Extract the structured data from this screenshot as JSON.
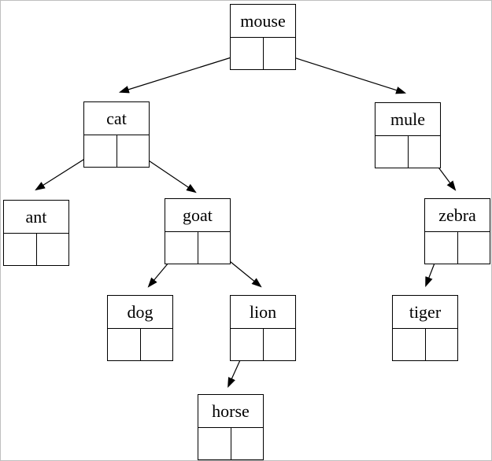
{
  "diagram": {
    "kind": "binary-tree-linked-nodes",
    "background_color": "#ffffff",
    "line_color": "#000000",
    "frame_color": "#bfbfbf"
  },
  "nodes": [
    {
      "id": "mouse",
      "label": "mouse"
    },
    {
      "id": "cat",
      "label": "cat"
    },
    {
      "id": "mule",
      "label": "mule"
    },
    {
      "id": "ant",
      "label": "ant"
    },
    {
      "id": "goat",
      "label": "goat"
    },
    {
      "id": "zebra",
      "label": "zebra"
    },
    {
      "id": "dog",
      "label": "dog"
    },
    {
      "id": "lion",
      "label": "lion"
    },
    {
      "id": "tiger",
      "label": "tiger"
    },
    {
      "id": "horse",
      "label": "horse"
    }
  ],
  "edges": [
    {
      "from": "mouse",
      "slot": "left",
      "to": "cat"
    },
    {
      "from": "mouse",
      "slot": "right",
      "to": "mule"
    },
    {
      "from": "cat",
      "slot": "left",
      "to": "ant"
    },
    {
      "from": "cat",
      "slot": "right",
      "to": "goat"
    },
    {
      "from": "goat",
      "slot": "left",
      "to": "dog"
    },
    {
      "from": "goat",
      "slot": "right",
      "to": "lion"
    },
    {
      "from": "lion",
      "slot": "left",
      "to": "horse"
    },
    {
      "from": "mule",
      "slot": "right",
      "to": "zebra"
    },
    {
      "from": "zebra",
      "slot": "left",
      "to": "tiger"
    }
  ]
}
